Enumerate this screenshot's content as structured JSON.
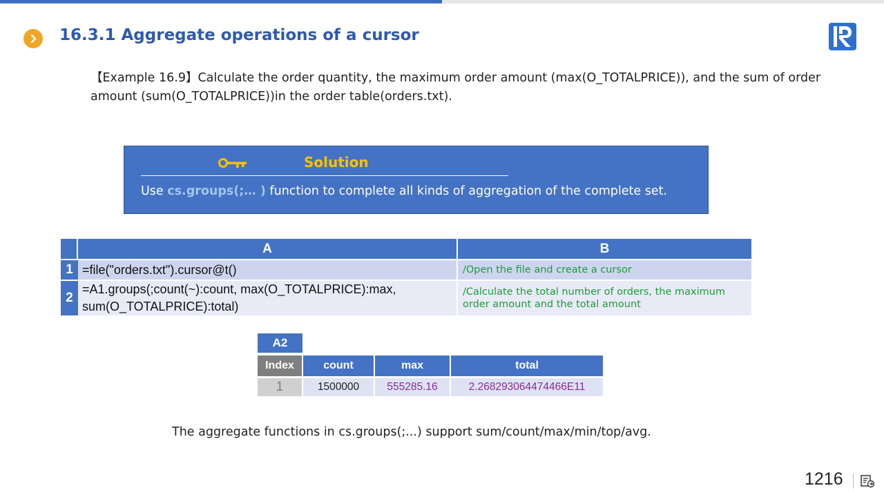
{
  "progress": {
    "fraction": 0.5,
    "color": "#3d6cc5"
  },
  "header": {
    "icon": "chevron-right-icon",
    "title": "16.3.1 Aggregate operations of a cursor",
    "logo": "raqsoft-logo"
  },
  "intro": {
    "text": "【Example 16.9】Calculate the order quantity, the maximum order amount (max(O_TOTALPRICE)), and the sum of order amount (sum(O_TOTALPRICE))in the order table(orders.txt)."
  },
  "solution": {
    "icon": "key-icon",
    "title": "Solution",
    "text_prefix": "Use ",
    "highlight": "cs.groups(;… )",
    "text_suffix": " function to complete all kinds of aggregation of the complete set."
  },
  "grid": {
    "columns": [
      "A",
      "B"
    ],
    "rows": [
      {
        "num": "1",
        "a": "=file(\"orders.txt\").cursor@t()",
        "b": "/Open the file and create a cursor"
      },
      {
        "num": "2",
        "a": "=A1.groups(;count(~):count, max(O_TOTALPRICE):max, sum(O_TOTALPRICE):total)",
        "b": "/Calculate the total number of orders, the maximum order amount and the total amount"
      }
    ]
  },
  "result": {
    "label": "A2",
    "headers": [
      "Index",
      "count",
      "max",
      "total"
    ],
    "rows": [
      {
        "index": "1",
        "count": "1500000",
        "max": "555285.16",
        "total": "2.268293064474466E11"
      }
    ]
  },
  "footer": {
    "text": "The aggregate functions in cs.groups(;...) support sum/count/max/min/top/avg."
  },
  "page": {
    "number": "1216",
    "icon": "slide-navigation-icon"
  }
}
